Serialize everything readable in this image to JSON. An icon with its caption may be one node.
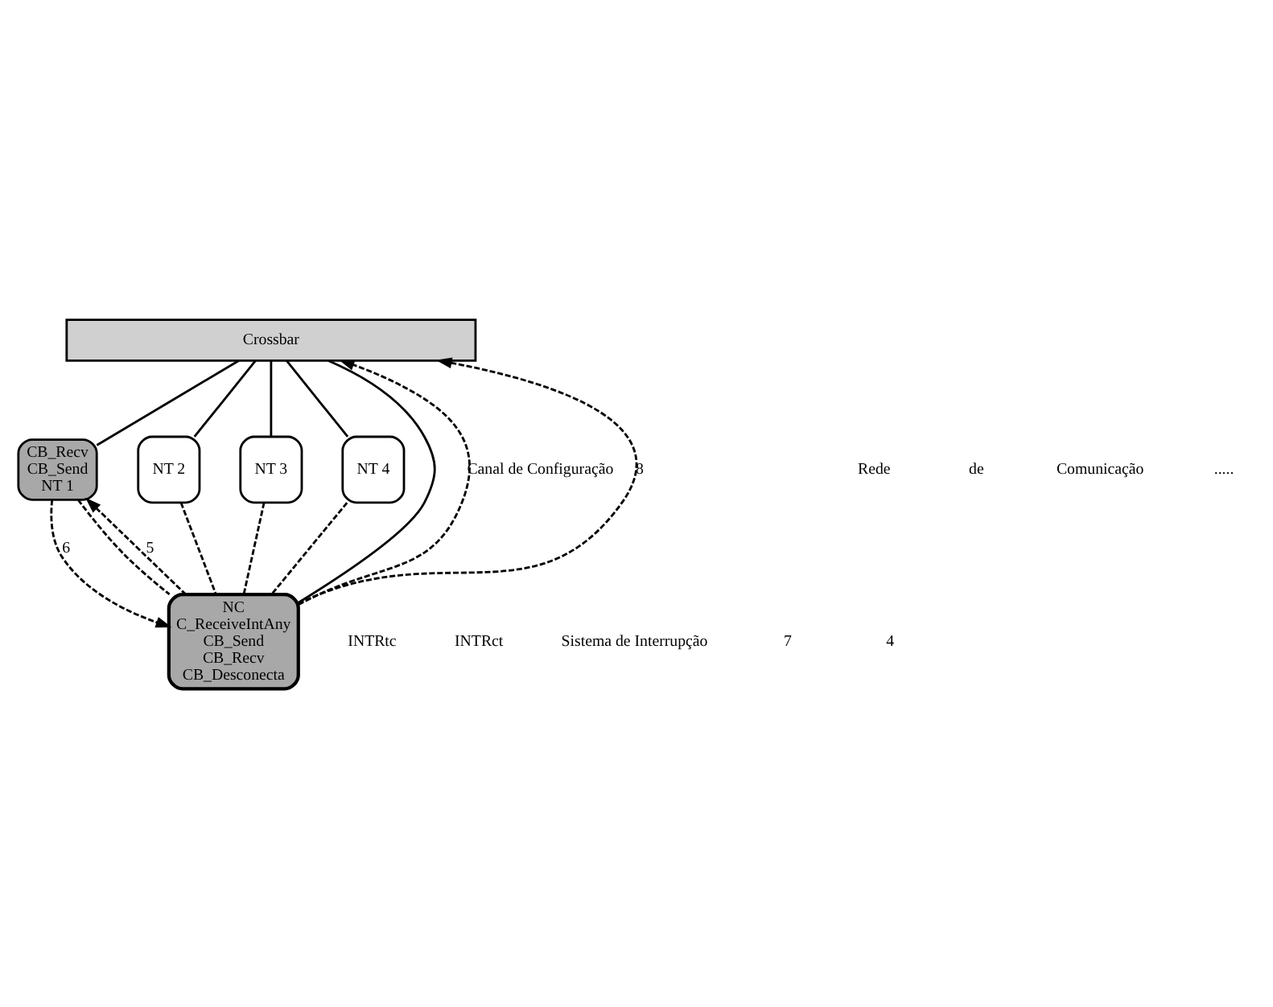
{
  "diagram": {
    "nodes": [
      {
        "text": [
          "Crossbar"
        ]
      },
      {
        "text": [
          "CB_Recv",
          "CB_Send",
          "NT 1"
        ]
      },
      {
        "text": [
          "NT 2"
        ]
      },
      {
        "text": [
          "NT 3"
        ]
      },
      {
        "text": [
          "NT 4"
        ]
      },
      {
        "text": [
          "NC",
          "C_ReceiveIntAny",
          "CB_Send",
          "CB_Recv",
          "CB_Desconecta"
        ]
      }
    ],
    "edges": [
      {
        "from": 0,
        "to": 1,
        "arrow": "none"
      },
      {
        "from": 0,
        "to": 2,
        "arrow": "none"
      },
      {
        "from": 0,
        "to": 3,
        "arrow": "none"
      },
      {
        "from": 0,
        "to": 4,
        "arrow": "none"
      },
      {
        "from": 0,
        "to": 5,
        "arrow": "none"
      },
      {
        "from": 5,
        "to": 1,
        "arrow": "to",
        "style": "dashed",
        "label": "5"
      },
      {
        "from": 1,
        "to": 5,
        "arrow": "to",
        "style": "dashed",
        "label": "6"
      },
      {
        "from": 1,
        "to": 5,
        "arrow": "none",
        "style": "dashed"
      },
      {
        "from": 2,
        "to": 5,
        "arrow": "none",
        "style": "dashed"
      },
      {
        "from": 3,
        "to": 5,
        "arrow": "none",
        "style": "dashed"
      },
      {
        "from": 4,
        "to": 5,
        "arrow": "none",
        "style": "dashed"
      },
      {
        "from": 5,
        "to": 0,
        "arrow": "to",
        "style": "dashed",
        "label": "Canal de Configuração"
      },
      {
        "from": 5,
        "to": 0,
        "arrow": "to",
        "style": "dashed",
        "label": "8"
      }
    ],
    "labels": [
      "Rede",
      "de",
      "Comunicação",
      ".....",
      "INTRtc",
      "INTRct",
      "Sistema de Interrupção",
      "7",
      "4"
    ]
  }
}
